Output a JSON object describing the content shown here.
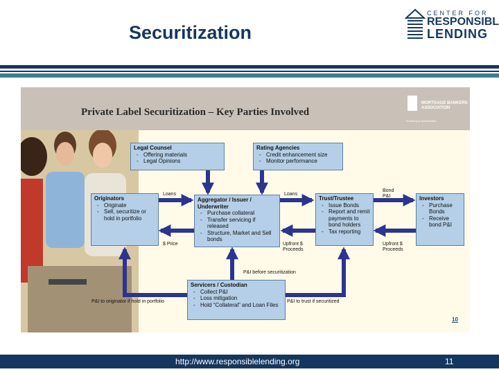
{
  "header": {
    "title": "Securitization",
    "logo": {
      "line1": "CENTER FOR",
      "line2": "RESPONSIBLE",
      "line3": "LENDING"
    }
  },
  "slide": {
    "banner_title": "Private Label Securitization – Key Parties Involved",
    "mba_logo": {
      "name": "MORTGAGE BANKERS ASSOCIATION",
      "tagline": "investing in communities"
    },
    "boxes": {
      "legal": {
        "title": "Legal Counsel",
        "items": [
          "Offering materials",
          "Legal Opinions"
        ]
      },
      "rating": {
        "title": "Rating Agencies",
        "items": [
          "Credit enhancement size",
          "Monitor performance"
        ]
      },
      "originators": {
        "title": "Originators",
        "items": [
          "Originate",
          "Sell, securitize or hold in portfolio"
        ]
      },
      "aggregator": {
        "title": "Aggregator / Issuer / Underwriter",
        "items": [
          "Purchase collateral",
          "Transfer servicing if released",
          "Structure, Market and Sell bonds"
        ]
      },
      "trust": {
        "title": "Trust/Trustee",
        "items": [
          "Issue Bonds",
          "Report and remit payments to bond holders",
          "Tax reporting"
        ]
      },
      "investors": {
        "title": "Investors",
        "items": [
          "Purchase Bonds",
          "Receive bond P&I"
        ]
      },
      "servicers": {
        "title": "Servicers / Custodian",
        "items": [
          "Collect P&I",
          "Loss mitigation",
          "Hold “Collateral” and Loan Files"
        ]
      }
    },
    "labels": {
      "loans1": "Loans",
      "loans2": "Loans",
      "bond_pi_1": "Bond",
      "bond_pi_2": "P&I",
      "price": "$ Price",
      "upfront1_1": "Upfront $",
      "upfront1_2": "Proceeds",
      "upfront2_1": "Upfront $",
      "upfront2_2": "Proceeds",
      "pi_before": "P&I before securitization",
      "pi_originator": "P&I to originator if hold in portfolio",
      "pi_trust": "P&I to trust if securitized"
    },
    "page_ref": "10"
  },
  "footer": {
    "url": "http://www.responsiblelending.org",
    "page": "11"
  },
  "colors": {
    "navy": "#15375f",
    "teal": "#3d7f95",
    "box_fill": "#b4cfe7",
    "arrow": "#2b3590"
  }
}
